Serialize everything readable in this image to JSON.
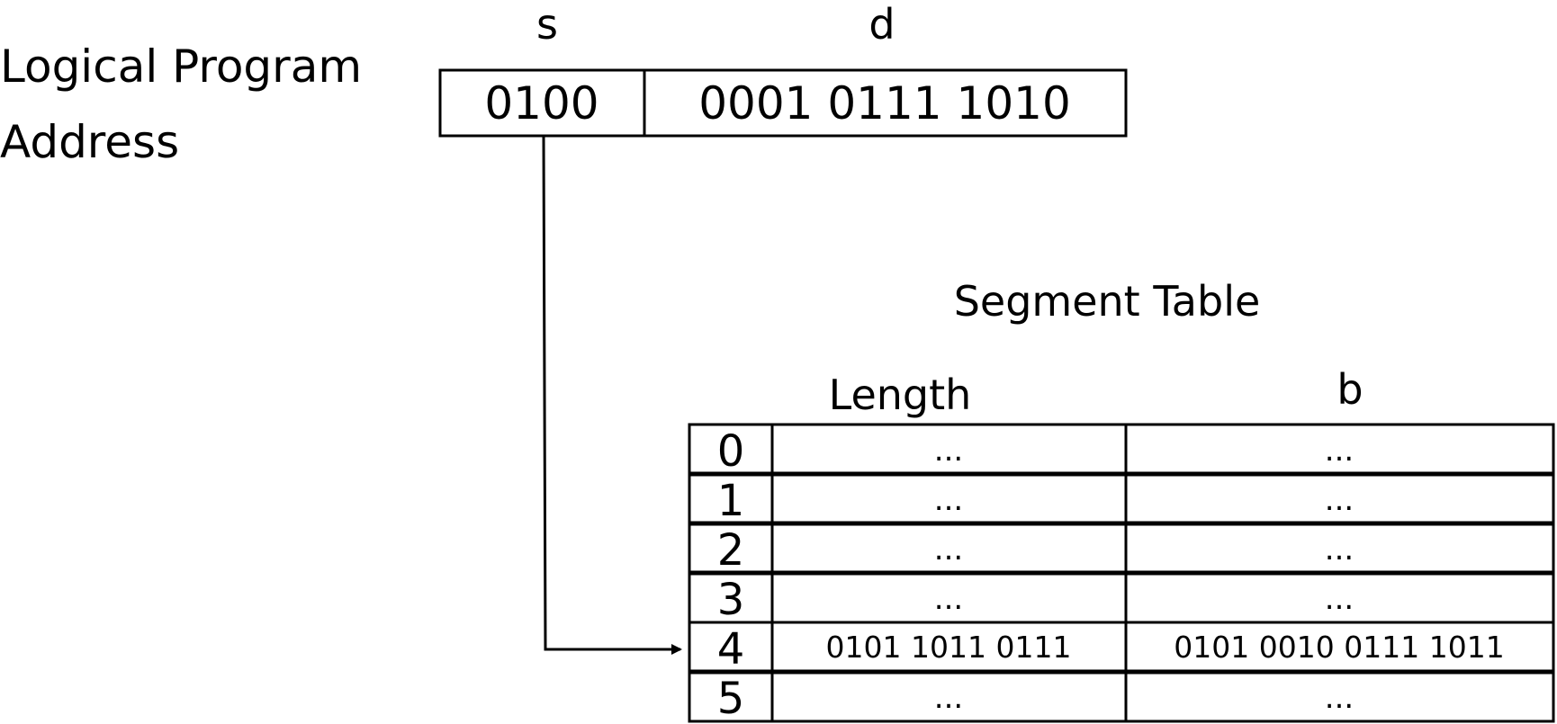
{
  "title_lines": [
    "Logical Program",
    "Address"
  ],
  "address": {
    "s_label": "s",
    "d_label": "d",
    "s_value": "0100",
    "d_value": "0001 0111 1010"
  },
  "segment_table": {
    "title": "Segment Table",
    "columns": [
      "Length",
      "b"
    ],
    "rows": [
      {
        "index": "0",
        "length": "...",
        "b": "..."
      },
      {
        "index": "1",
        "length": "...",
        "b": "..."
      },
      {
        "index": "2",
        "length": "...",
        "b": "..."
      },
      {
        "index": "3",
        "length": "...",
        "b": "..."
      },
      {
        "index": "4",
        "length": "0101 1011 0111",
        "b": "0101 0010 0111 1011"
      },
      {
        "index": "5",
        "length": "...",
        "b": "..."
      }
    ]
  }
}
